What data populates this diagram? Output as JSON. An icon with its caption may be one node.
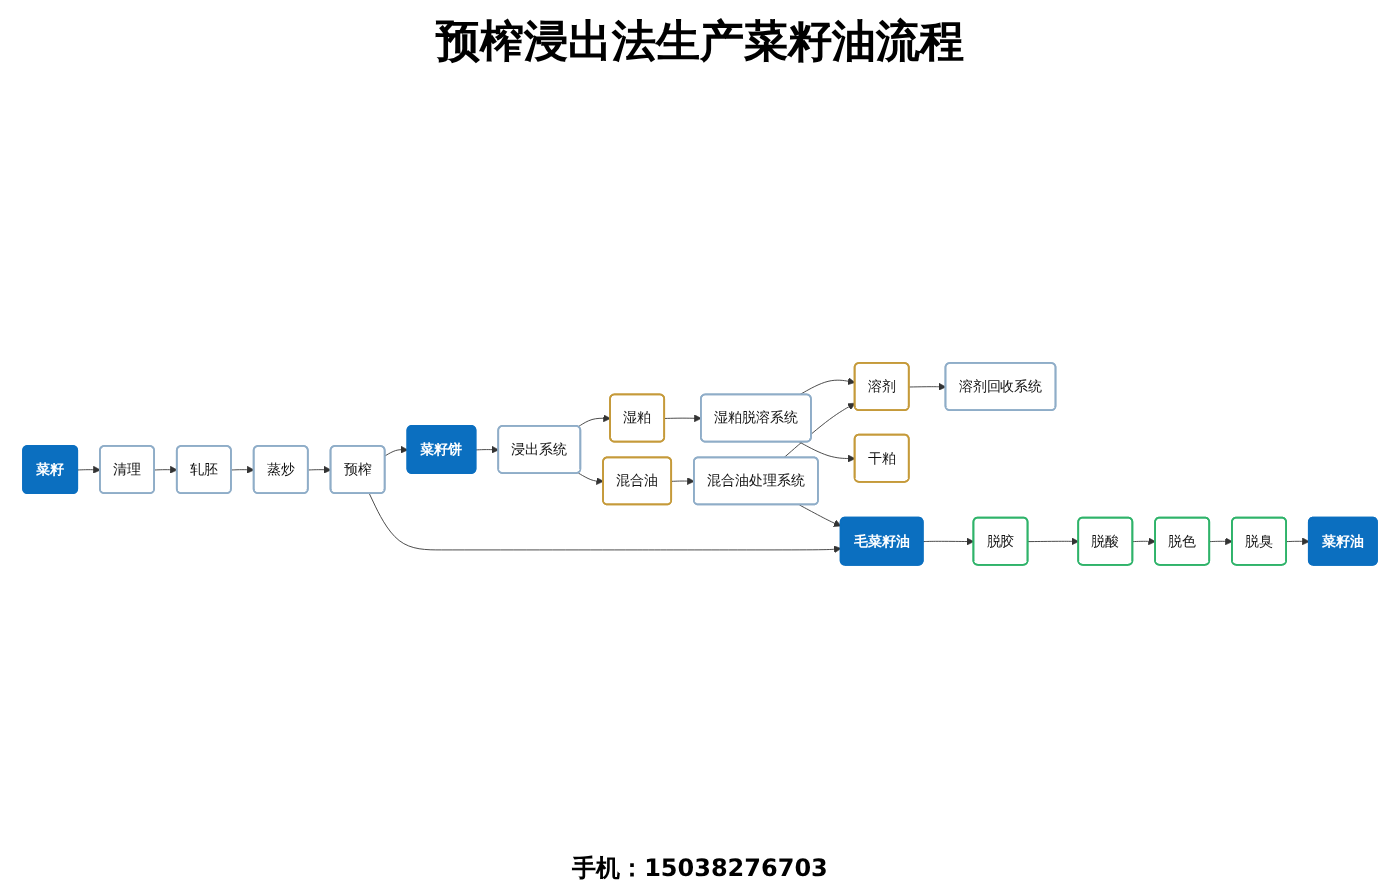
{
  "diagram": {
    "title": "预榨浸出法生产菜籽油流程",
    "nodes": [
      {
        "text": [
          "菜籽"
        ]
      },
      {
        "text": [
          "清理"
        ]
      },
      {
        "text": [
          "轧胚"
        ]
      },
      {
        "text": [
          "蒸炒"
        ]
      },
      {
        "text": [
          "预榨"
        ]
      },
      {
        "text": [
          "菜籽饼"
        ]
      },
      {
        "text": [
          "浸出系统"
        ]
      },
      {
        "text": [
          "湿粕"
        ]
      },
      {
        "text": [
          "湿粕脱溶系统"
        ]
      },
      {
        "text": [
          "混合油"
        ]
      },
      {
        "text": [
          "混合油处理系统"
        ]
      },
      {
        "text": [
          "毛菜籽油"
        ]
      },
      {
        "text": [
          "干粕"
        ]
      },
      {
        "text": [
          "溶剂"
        ]
      },
      {
        "text": [
          "溶剂回收系统"
        ]
      },
      {
        "text": [
          "脱胶"
        ]
      },
      {
        "text": [
          "脱酸"
        ]
      },
      {
        "text": [
          "脱色"
        ]
      },
      {
        "text": [
          "脱臭"
        ]
      },
      {
        "text": [
          "菜籽油"
        ]
      }
    ],
    "edges": [
      {
        "from": 0,
        "to": 1,
        "arrow": "to"
      },
      {
        "from": 1,
        "to": 2,
        "arrow": "to"
      },
      {
        "from": 2,
        "to": 3,
        "arrow": "to"
      },
      {
        "from": 3,
        "to": 4,
        "arrow": "to"
      },
      {
        "from": 4,
        "to": 5,
        "arrow": "to"
      },
      {
        "from": 5,
        "to": 6,
        "arrow": "to"
      },
      {
        "from": 6,
        "to": 7,
        "arrow": "to"
      },
      {
        "from": 7,
        "to": 8,
        "arrow": "to"
      },
      {
        "from": 6,
        "to": 9,
        "arrow": "to"
      },
      {
        "from": 9,
        "to": 10,
        "arrow": "to"
      },
      {
        "from": 10,
        "to": 11,
        "arrow": "to"
      },
      {
        "from": 4,
        "to": 11,
        "arrow": "to"
      },
      {
        "from": 8,
        "to": 12,
        "arrow": "to"
      },
      {
        "from": 8,
        "to": 13,
        "arrow": "to"
      },
      {
        "from": 10,
        "to": 13,
        "arrow": "to"
      },
      {
        "from": 13,
        "to": 14,
        "arrow": "to"
      },
      {
        "from": 11,
        "to": 15,
        "arrow": "to"
      },
      {
        "from": 15,
        "to": 16,
        "arrow": "to"
      },
      {
        "from": 16,
        "to": 17,
        "arrow": "to"
      },
      {
        "from": 17,
        "to": 18,
        "arrow": "to"
      },
      {
        "from": 18,
        "to": 19,
        "arrow": "to"
      }
    ],
    "labels": [
      "手机：15038276703"
    ]
  }
}
